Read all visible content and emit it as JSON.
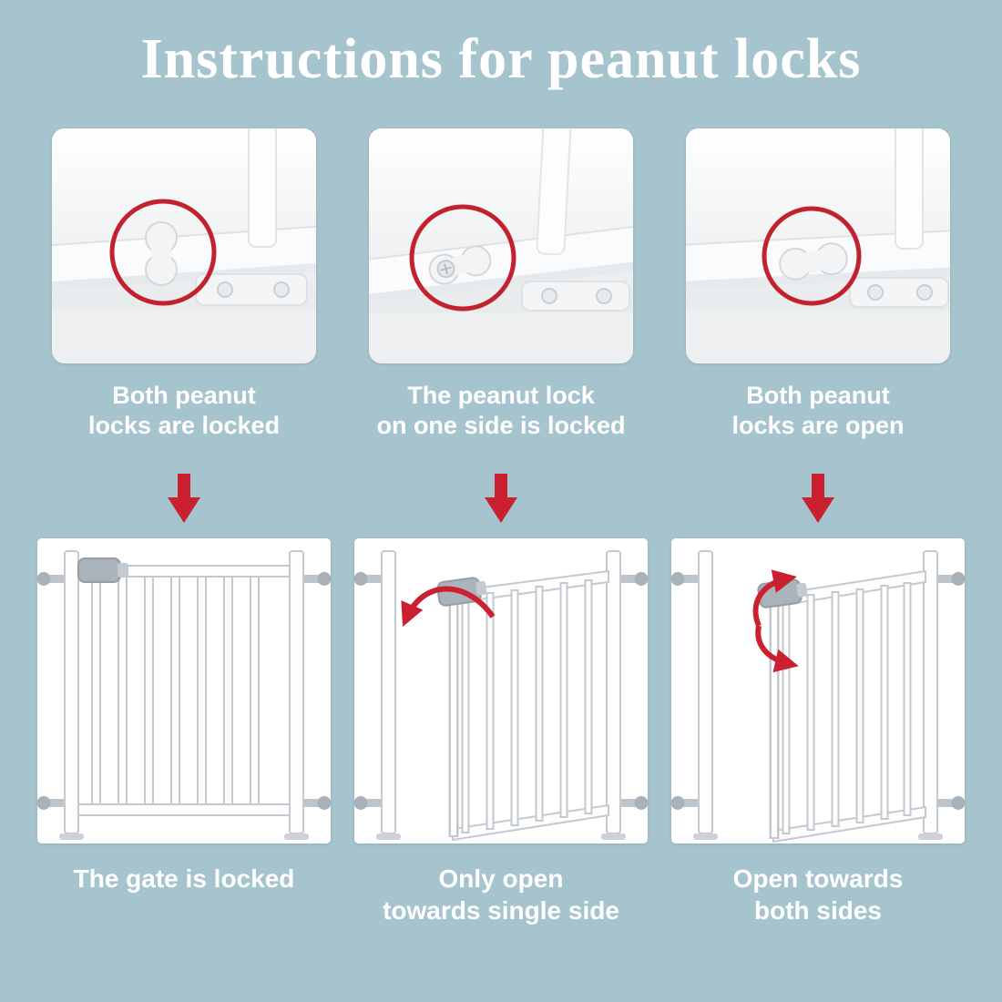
{
  "page": {
    "title": "Instructions for peanut locks"
  },
  "colors": {
    "background": "#A6C4CE",
    "accent_red": "#C2222E",
    "arrow_red": "#CB2030",
    "text": "#FFFFFF",
    "card": "#FFFFFF"
  },
  "lock_panels": [
    {
      "image": "both-peanut-locks-locked-photo",
      "caption_line1": "Both peanut",
      "caption_line2": "locks are locked"
    },
    {
      "image": "peanut-lock-one-side-locked-photo",
      "caption_line1": "The peanut lock",
      "caption_line2": "on one side is locked"
    },
    {
      "image": "both-peanut-locks-open-photo",
      "caption_line1": "Both peanut",
      "caption_line2": "locks are open"
    }
  ],
  "gate_panels": [
    {
      "image": "gate-locked-diagram",
      "caption_line1": "The gate is locked",
      "caption_line2": ""
    },
    {
      "image": "gate-open-single-side-diagram",
      "caption_line1": "Only open",
      "caption_line2": "towards single side"
    },
    {
      "image": "gate-open-both-sides-diagram",
      "caption_line1": "Open towards",
      "caption_line2": "both sides"
    }
  ]
}
